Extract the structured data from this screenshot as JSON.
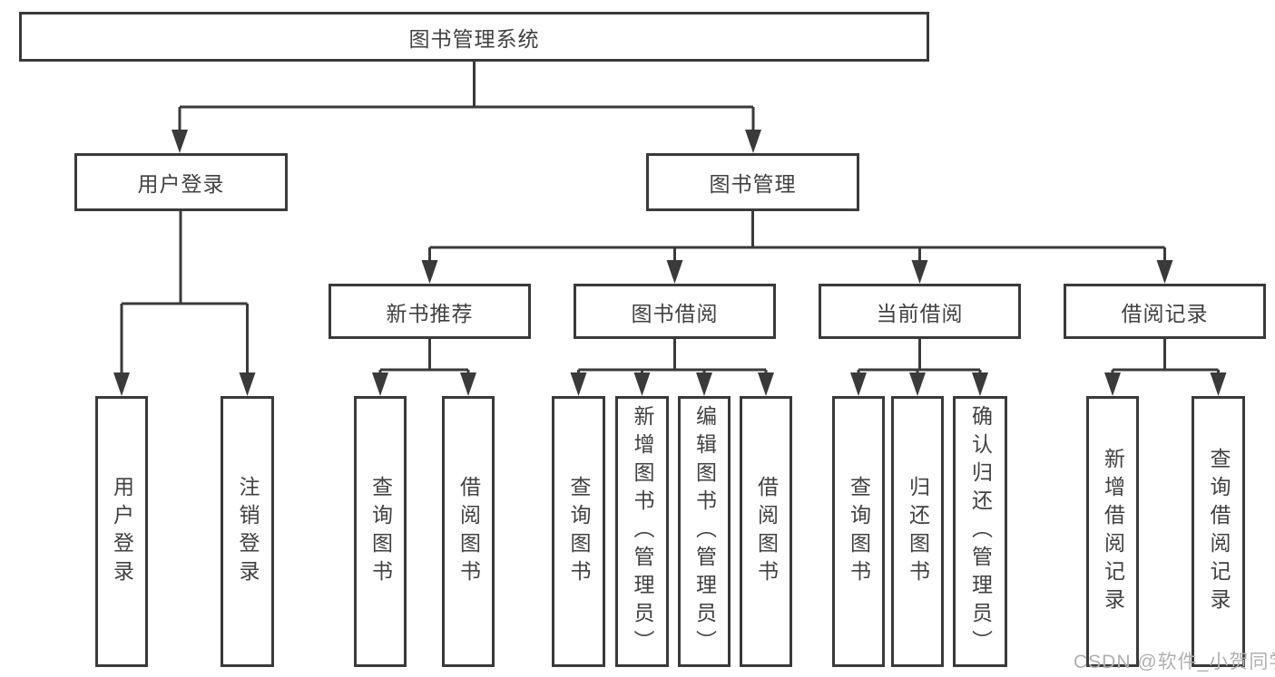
{
  "tree": {
    "root": {
      "label": "图书管理系统"
    },
    "user_login": {
      "label": "用户登录",
      "children": {
        "login": {
          "label": "用户登录"
        },
        "logout": {
          "label": "注销登录"
        }
      }
    },
    "book_management": {
      "label": "图书管理",
      "children": {
        "new_book_recommend": {
          "label": "新书推荐",
          "children": {
            "query_books": {
              "label": "查询图书"
            },
            "borrow_books": {
              "label": "借阅图书"
            }
          }
        },
        "book_borrow": {
          "label": "图书借阅",
          "children": {
            "query_books": {
              "label": "查询图书"
            },
            "add_books_admin": {
              "label": "新增图书（管理员）"
            },
            "edit_books_admin": {
              "label": "编辑图书（管理员）"
            },
            "borrow_books": {
              "label": "借阅图书"
            }
          }
        },
        "current_borrow": {
          "label": "当前借阅",
          "children": {
            "query_books": {
              "label": "查询图书"
            },
            "return_books": {
              "label": "归还图书"
            },
            "confirm_return_admin": {
              "label": "确认归还（管理员）"
            }
          }
        },
        "borrow_records": {
          "label": "借阅记录",
          "children": {
            "add_record": {
              "label": "新增借阅记录"
            },
            "query_record": {
              "label": "查询借阅记录"
            }
          }
        }
      }
    }
  },
  "watermark": {
    "text": "CSDN @软件_小贺同学"
  },
  "colors": {
    "line": "#3a3a3a",
    "box_border": "#3a3a3a",
    "text": "#414141",
    "watermark": "#b0b0b0",
    "background": "#ffffff"
  }
}
